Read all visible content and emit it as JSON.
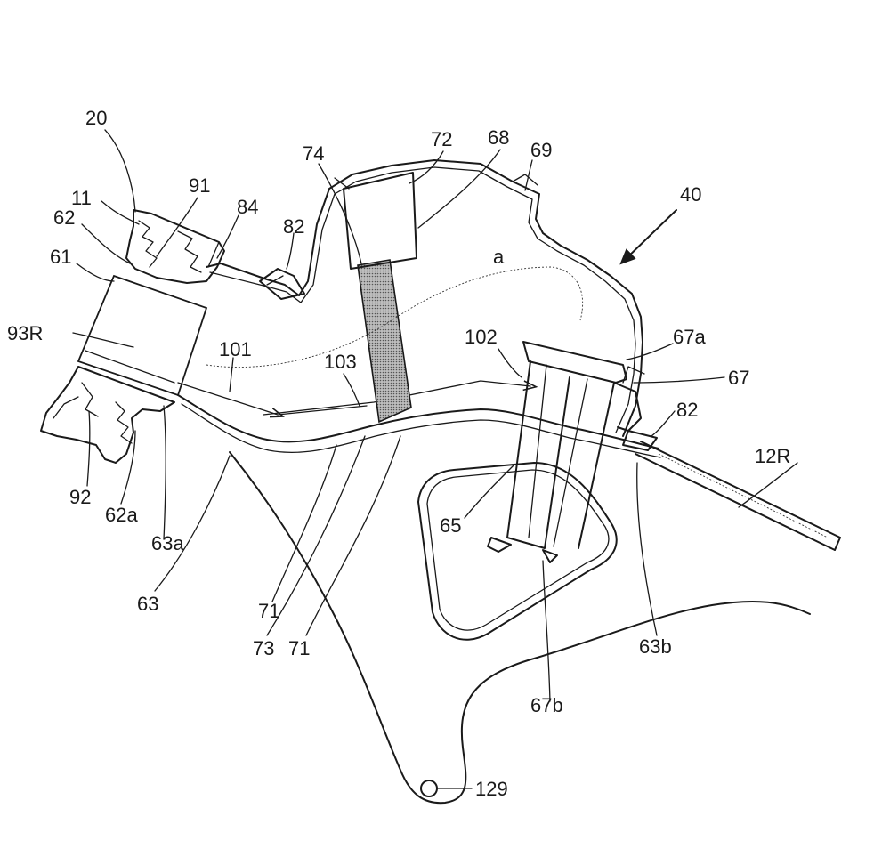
{
  "labels": {
    "l20": "20",
    "l11": "11",
    "l91": "91",
    "l62": "62",
    "l61": "61",
    "l84": "84",
    "l82a": "82",
    "l74": "74",
    "l72": "72",
    "l68": "68",
    "l69": "69",
    "l40": "40",
    "la": "a",
    "l93R": "93R",
    "l101": "101",
    "l103": "103",
    "l102": "102",
    "l67a": "67a",
    "l67": "67",
    "l82b": "82",
    "l12R": "12R",
    "l92": "92",
    "l62a": "62a",
    "l63a": "63a",
    "l63": "63",
    "l65": "65",
    "l71a": "71",
    "l73": "73",
    "l71b": "71",
    "l63b": "63b",
    "l67b": "67b",
    "l129": "129"
  }
}
